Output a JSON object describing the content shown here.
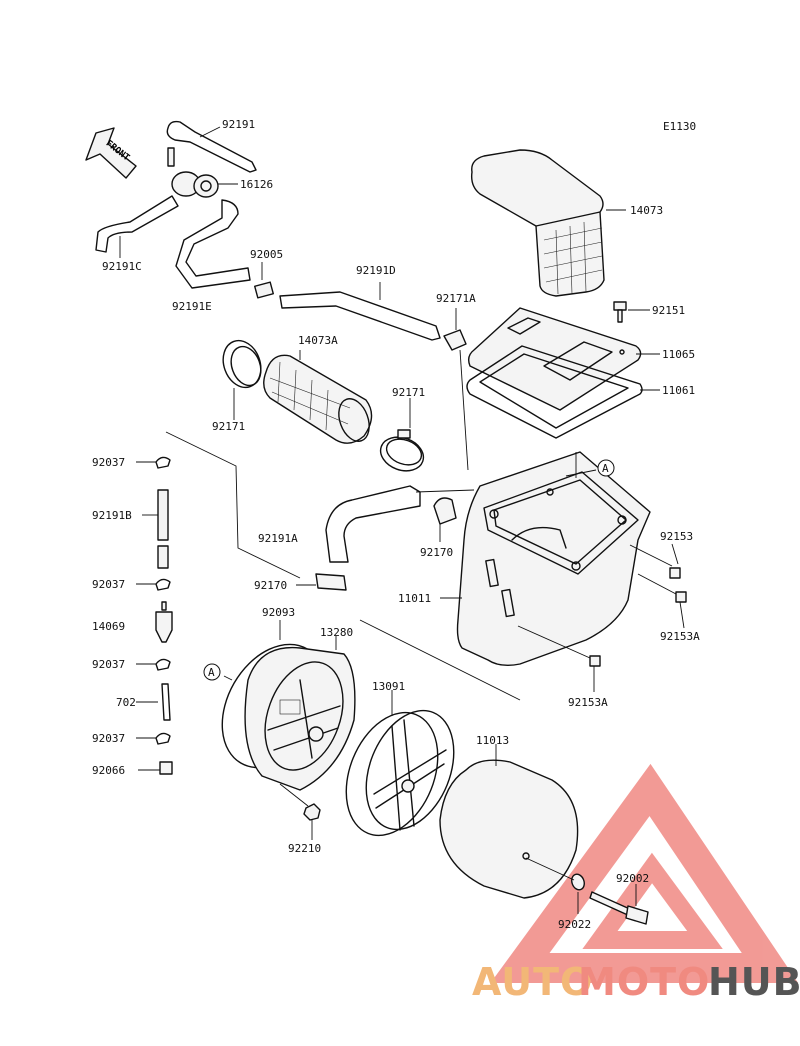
{
  "diagram_code": "E1130",
  "front_arrow_label": "FRONT",
  "callout_circle_letter": "A",
  "callout_circle_letter_2": "A",
  "part_labels": {
    "p92191": "92191",
    "p16126": "16126",
    "p92191C": "92191C",
    "p92005": "92005",
    "p92191D": "92191D",
    "p92191E": "92191E",
    "p14073": "14073",
    "p92151": "92151",
    "p11065": "11065",
    "p11061": "11061",
    "p92171A": "92171A",
    "p14073A": "14073A",
    "p92171_left": "92171",
    "p92171_right": "92171",
    "p92037_1": "92037",
    "p92191B": "92191B",
    "p92191A": "92191A",
    "p92170_a": "92170",
    "p92170_b": "92170",
    "p92153": "92153",
    "p11011": "11011",
    "p92037_2": "92037",
    "p92093": "92093",
    "p13280": "13280",
    "p92153A_1": "92153A",
    "p14069": "14069",
    "p92037_3": "92037",
    "p13091": "13091",
    "p92153A_2": "92153A",
    "p702": "702",
    "p92037_4": "92037",
    "p11013": "11013",
    "p92066": "92066",
    "p92210": "92210",
    "p92002": "92002",
    "p92022": "92022"
  },
  "watermark": {
    "part1": "AUTO",
    "part2": "MOTO",
    "part3": "HUB",
    "colors": {
      "part1": "#f2b777",
      "part2": "#f08a80",
      "part3": "#5a5a5a",
      "triangle": "#e8493f"
    }
  }
}
